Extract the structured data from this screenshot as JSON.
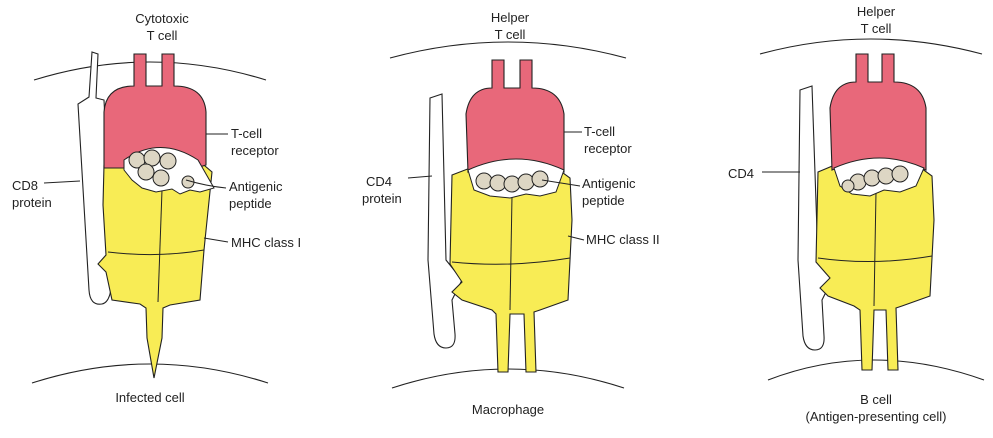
{
  "panels": [
    {
      "top_label": [
        "Cytotoxic",
        "T cell"
      ],
      "coreceptor_label": [
        "CD8",
        "protein"
      ],
      "tcr_label": [
        "T-cell",
        "receptor"
      ],
      "peptide_label": [
        "Antigenic",
        "peptide"
      ],
      "mhc_label": "MHC class I",
      "bottom_label": [
        "Infected cell"
      ]
    },
    {
      "top_label": [
        "Helper",
        "T cell"
      ],
      "coreceptor_label": [
        "CD4",
        "protein"
      ],
      "tcr_label": [
        "T-cell",
        "receptor"
      ],
      "peptide_label": [
        "Antigenic",
        "peptide"
      ],
      "mhc_label": "MHC class II",
      "bottom_label": [
        "Macrophage"
      ]
    },
    {
      "top_label": [
        "Helper",
        "T cell"
      ],
      "coreceptor_label": [
        "CD4"
      ],
      "bottom_label": [
        "B cell",
        "(Antigen-presenting cell)"
      ]
    }
  ],
  "colors": {
    "tcr": "#e8687a",
    "mhc": "#f8ec55",
    "peptide": "#ddd6c4"
  }
}
